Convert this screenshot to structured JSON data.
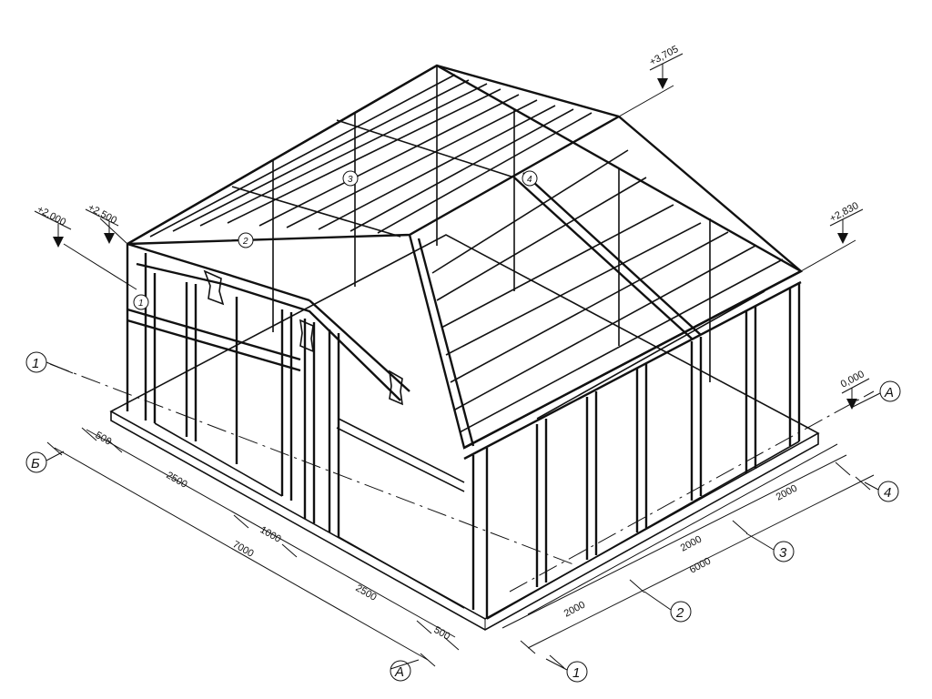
{
  "axes": {
    "letters": {
      "a_right": "А",
      "a_bottom": "А",
      "b_left": "Б"
    },
    "numbers": {
      "n1_left": "1",
      "n1_bottom": "1",
      "n2": "2",
      "n3": "3",
      "n4": "4"
    }
  },
  "levels": {
    "ridge": "+3,705",
    "eave_right": "+2,830",
    "eave_left_low": "+2,000",
    "eave_left_high": "+2,500",
    "ground": "0,000"
  },
  "dimensions": {
    "left_side": {
      "segment_1": "500",
      "segment_2": "2500",
      "segment_3": "1000",
      "segment_4": "2500",
      "segment_5": "500",
      "total": "7000"
    },
    "front_side": {
      "segment_1": "2000",
      "segment_2": "2000",
      "segment_3": "2000",
      "total": "6000"
    }
  },
  "section_marks": {
    "m1": "1",
    "m2": "2",
    "m3": "3",
    "m4": "4"
  }
}
